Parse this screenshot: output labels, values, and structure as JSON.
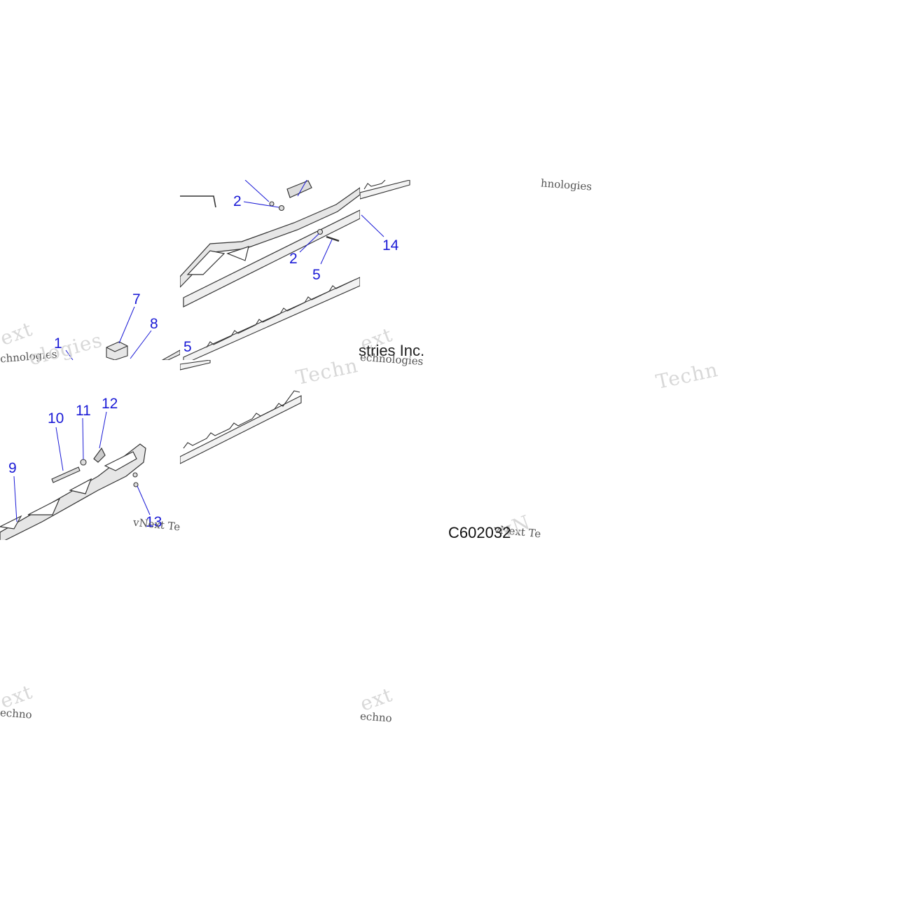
{
  "callouts": {
    "c1": "1",
    "c2a": "2",
    "c2b": "2",
    "c5a": "5",
    "c5b": "5",
    "c7": "7",
    "c8": "8",
    "c9": "9",
    "c10": "10",
    "c11": "11",
    "c12": "12",
    "c13": "13",
    "c14": "14"
  },
  "diagram_code": "C602032",
  "company_fragment": "stries Inc.",
  "watermarks": {
    "w1": "ext",
    "w2": "chnologies",
    "w3": "ologies",
    "w4": "Techn",
    "w5": "Techn",
    "w6": "vNext Te",
    "w7": "vNext Te",
    "w8": "echno",
    "w9": "echno",
    "w10": "ext",
    "w11": "ext",
    "w12": "hnologies",
    "w13": "ext",
    "w14": "echnologies",
    "w15": "vN"
  },
  "colors": {
    "callout": "#1a1ad6",
    "line_art": "#333333",
    "fill_light": "#e6e6e6"
  }
}
